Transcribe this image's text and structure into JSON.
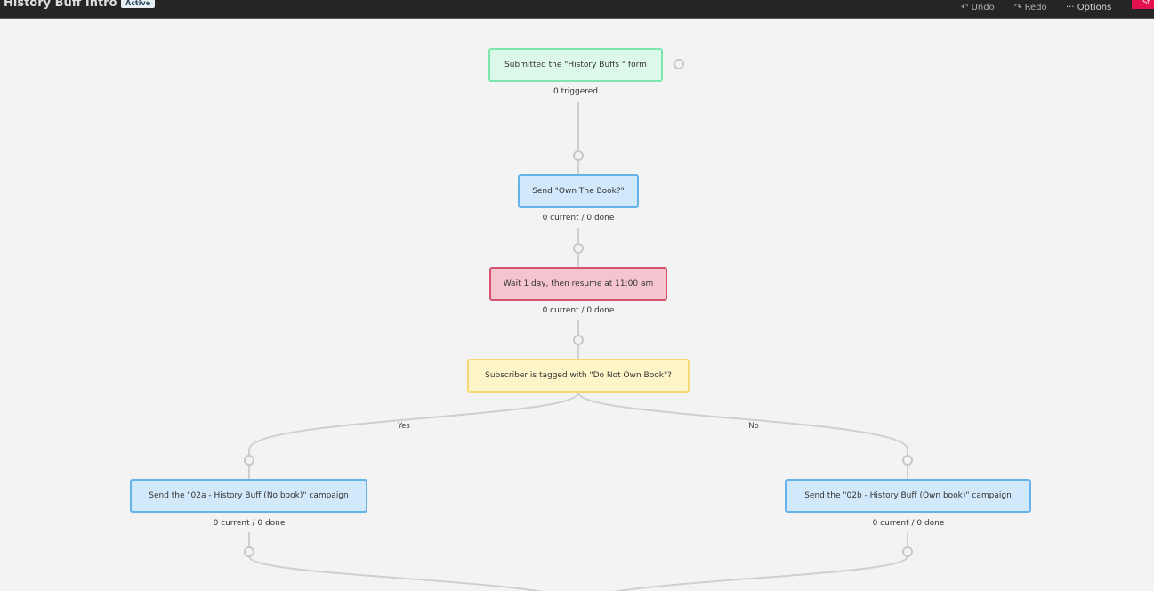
{
  "header": {
    "title": "History Buff Intro",
    "status_badge": "Active",
    "undo": "Undo",
    "redo": "Redo",
    "options": "Options",
    "start": "St"
  },
  "colors": {
    "trigger": "#7fe6ad",
    "email": "#63b3e9",
    "delay": "#d8536f",
    "condition": "#f4d874",
    "start_button": "#e3124f"
  },
  "nodes": {
    "trigger": {
      "label": "Submitted the \"History Buffs \" form",
      "stat": "0 triggered"
    },
    "send_own_book": {
      "label": "Send \"Own The Book?\"",
      "stat": "0 current / 0 done"
    },
    "wait": {
      "label": "Wait 1 day, then resume at 11:00 am",
      "stat": "0 current / 0 done"
    },
    "condition": {
      "label": "Subscriber is tagged with \"Do Not Own Book\"?",
      "yes": "Yes",
      "no": "No"
    },
    "send_02a": {
      "label": "Send the \"02a - History Buff (No book)\" campaign",
      "stat": "0 current / 0 done"
    },
    "send_02b": {
      "label": "Send the \"02b - History Buff (Own book)\" campaign",
      "stat": "0 current / 0 done"
    }
  }
}
